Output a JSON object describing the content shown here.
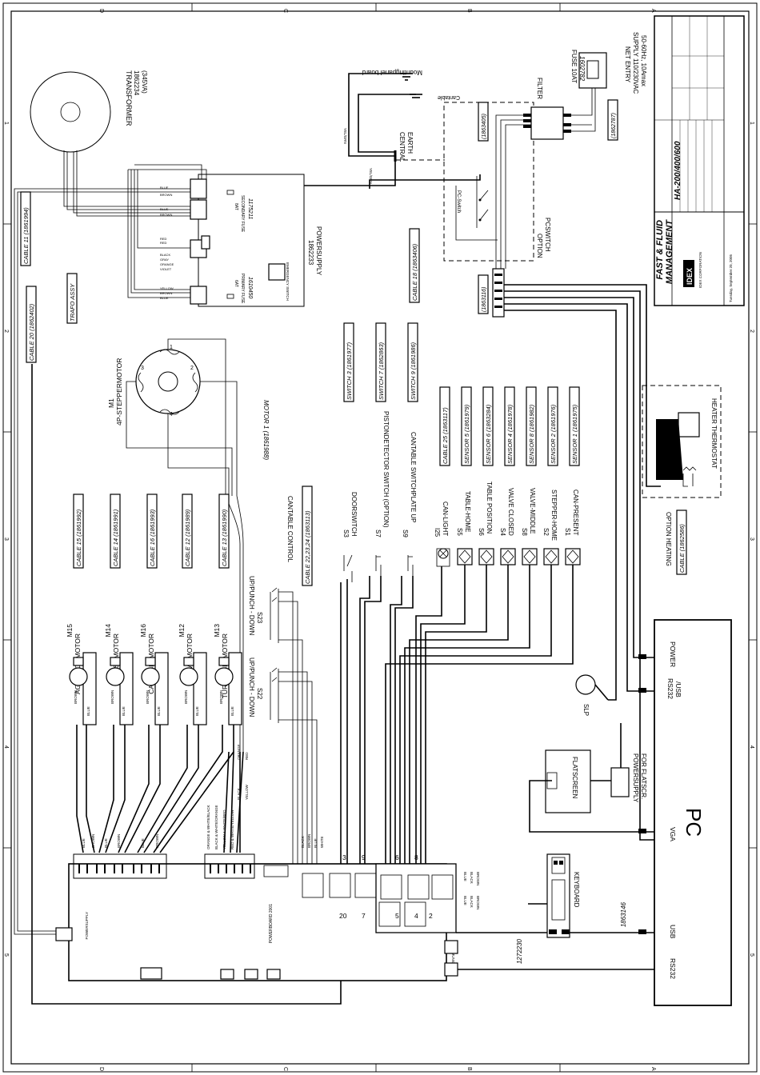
{
  "frame": {
    "top_numbers": [
      "1",
      "2",
      "3",
      "4",
      "5"
    ],
    "side_letters": [
      "D",
      "C",
      "B",
      "A"
    ]
  },
  "title_block": {
    "company_line1": "FAST & FLUID",
    "company_line2": "MANAGEMENT",
    "logo": "IDEX",
    "subsidiary": "IDEX CORPORATION",
    "drawing_title": "HA-200/400/600",
    "date_text": "Tuesday, September 20, 2005"
  },
  "labels": {
    "transformer": [
      "TRANSFORMER",
      "1862234",
      "(345VA)"
    ],
    "cable11": "CABLE 11 (1861994)",
    "cable20": "CABLE 20 (1862402)",
    "trafo": "TRAFO ASSY",
    "powersupply": [
      "1862233",
      "POWERSUPPLY"
    ],
    "sec_fuse": [
      "8AT",
      "SECONDARY FUSE",
      "1175211"
    ],
    "pri_fuse": [
      "6AT",
      "PRIMARY FUSE",
      "1610450"
    ],
    "emergency": "EMERGENCY SWITCH",
    "mount_board": "Mountingpanel board",
    "cantable": "Cantable",
    "central_earth": [
      "CENTRAL",
      "EARTH"
    ],
    "pcswitch": "PC-Switch",
    "option_pcswitch": [
      "OPTION",
      "PCSWITCH"
    ],
    "filter": "FILTER",
    "fuse10": [
      "FUSE 10AT",
      "1602782"
    ],
    "net_entry": [
      "NET ENTRY",
      "SUPPLY 110/230VAC",
      "50-60Hz, 10Amax"
    ],
    "code_1863405": "(1863405)",
    "code_1862787": "(1862787)",
    "cable18": "CABLE 18 (1863406)",
    "code_1863116": "(1863116)",
    "m1": [
      "M1",
      "4P-STEPPERMOTOR"
    ],
    "motor1": "MOTOR 1 (1861988)",
    "switch3": "SWITCH 3 (1861977)",
    "switch7": "SWITCH 7 (1862863)",
    "switch9": "SWITCH 9 (1861986)",
    "cable25": "CABLE 25 (1863117)",
    "cable_ctrl": "CABLE 22,23,24 (1863113)",
    "cantable_control": "CANTABLE CONTROL",
    "cable15": "CABLE 15 (1861992)",
    "cable14": "CABLE 14 (1861991)",
    "cable16": "CABLE 16 (1861993)",
    "cable12": "CABLE 12 (1861989)",
    "cable13": "CABLE 13 (1861990)",
    "heater_thermostat": "HEATER   THERMOSTAT",
    "option_heating": "OPTION HEATING",
    "cable_1862586": "CABLE (1862586)",
    "slp": "SLP",
    "flatscreen": "FLATSCREEN",
    "ps_flatscr": [
      "POWERSUPPLY",
      "FOR FLATSCR."
    ],
    "keyboard": "KEYBOARD",
    "code_1863146": "1863146",
    "code_1272230": "1272230",
    "pc": "PC",
    "power": "POWER",
    "rs232_usb": [
      "RS232",
      "/USB"
    ],
    "vga": "VGA",
    "usb": "USB",
    "rs232": "RS232",
    "powerboard": "POWERBOARD 2001",
    "powersupply_side": "POWERSUPPLY",
    "communication": "COMMUNICATION"
  },
  "sensors": [
    {
      "code": "S1",
      "name": "CAN-PRESENT",
      "cable": "SENSOR 1 (1861975)"
    },
    {
      "code": "S2",
      "name": "STEPPER-HOME",
      "cable": "SENSOR 2 (1861976)"
    },
    {
      "code": "S8",
      "name": "VALVE-MIDDLE",
      "cable": "SENSOR 8 (1861982)"
    },
    {
      "code": "S4",
      "name": "VALVE CLOSED",
      "cable": "SENSOR 4 (1861978)"
    },
    {
      "code": "S6",
      "name": "TABLE POSITION",
      "cable": "SENSOR 6 (1863284)"
    },
    {
      "code": "S5",
      "name": "TABLE-HOME",
      "cable": "SENSOR 5 (1861979)"
    },
    {
      "code": "I25",
      "name": "CAN-LIGHT",
      "cable": "CABLE 25 (1863117)"
    }
  ],
  "switches": [
    {
      "code": "S9",
      "name": "CANTABLE SWITCHPLATE UP"
    },
    {
      "code": "S7",
      "name": "PISTONDETECTOR SWITCH (OPTION)"
    },
    {
      "code": "S3",
      "name": "DOORSWITCH"
    }
  ],
  "punch": [
    {
      "code": "S23",
      "name": "UP/PUNCH - DOWN"
    },
    {
      "code": "S22",
      "name": "UP/PUNCH - DOWN"
    }
  ],
  "motors": [
    {
      "code": "M15",
      "name": "AGITATIONMOTOR"
    },
    {
      "code": "M14",
      "name": "BRUSHMOTOR"
    },
    {
      "code": "M16",
      "name": "CANTABLEMOTOR"
    },
    {
      "code": "M12",
      "name": "VALVE MOTOR"
    },
    {
      "code": "M13",
      "name": "TURNTABLEMOTOR"
    }
  ],
  "connector_numbers_top": [
    "3",
    "9",
    "6",
    "8"
  ],
  "connector_numbers_bottom": [
    "20",
    "7",
    "5",
    "4",
    "2"
  ],
  "wire_colors": [
    "BROWN",
    "BLUE",
    "BLACK",
    "RED",
    "YELLOW",
    "ORANGE",
    "WHITE",
    "YEL/GRN"
  ],
  "stepper_colors": [
    "ORANGE & WHITE/BLACK",
    "BLACK & WHITE/ORANGE",
    "YELLOW & WHITE/RED",
    "RED & WHITE/YELLOW"
  ],
  "stepper_single": [
    "BLACK",
    "ORANGE",
    "YELLOW",
    "RED"
  ]
}
